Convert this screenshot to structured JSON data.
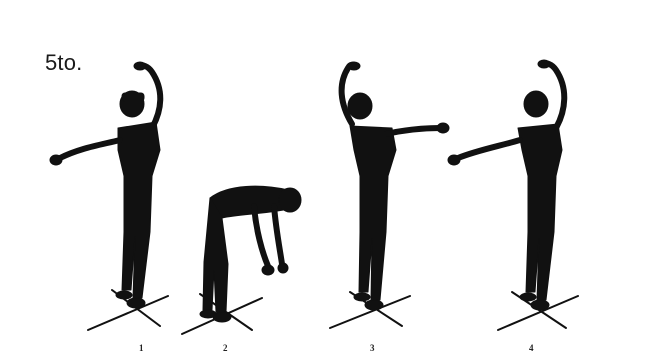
{
  "caption": "5to.",
  "figures": [
    {
      "number": "1"
    },
    {
      "number": "2"
    },
    {
      "number": "3"
    },
    {
      "number": "4"
    }
  ]
}
